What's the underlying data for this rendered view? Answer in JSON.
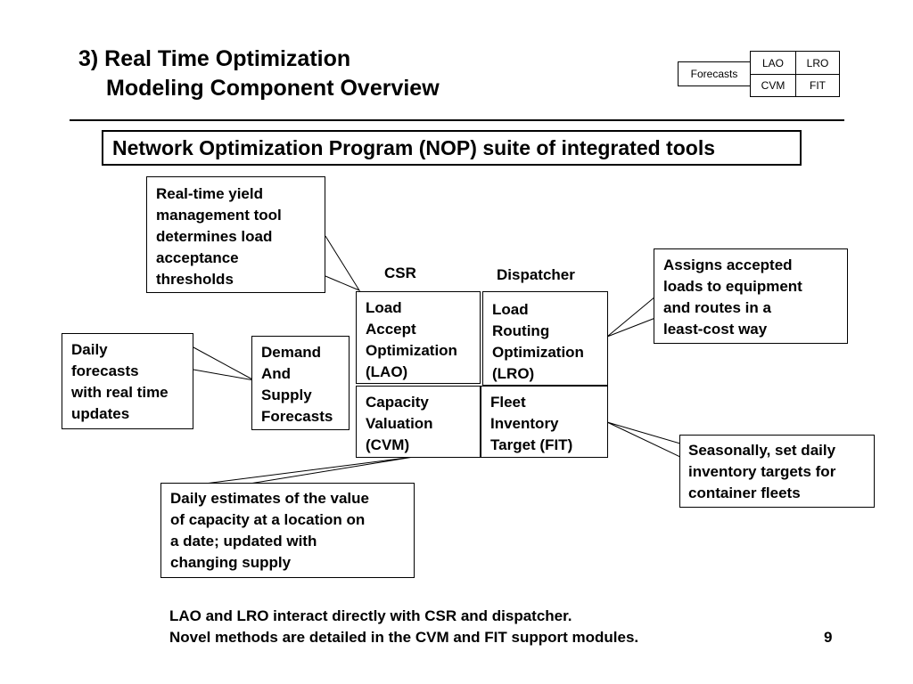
{
  "slide": {
    "title_line1": "3) Real Time Optimization",
    "title_line2": "Modeling Component Overview",
    "banner": "Network Optimization Program (NOP) suite of integrated tools",
    "page_number": "9"
  },
  "nav": {
    "forecasts": "Forecasts",
    "lao": "LAO",
    "lro": "LRO",
    "cvm": "CVM",
    "fit": "FIT"
  },
  "column_labels": {
    "csr": "CSR",
    "dispatcher": "Dispatcher"
  },
  "modules": {
    "lao": [
      "Load",
      "Accept",
      "Optimization",
      "(LAO)"
    ],
    "lro": [
      "Load",
      "Routing",
      "Optimization",
      "(LRO)"
    ],
    "cvm": [
      "Capacity",
      "Valuation",
      "(CVM)"
    ],
    "fit": [
      "Fleet",
      "Inventory",
      "Target  (FIT)"
    ],
    "forecasts": [
      "Demand",
      "And",
      "Supply",
      "Forecasts"
    ]
  },
  "callouts": {
    "yield": [
      "Real-time yield",
      "management tool",
      "determines load",
      "acceptance",
      "thresholds"
    ],
    "daily_forecasts": [
      "Daily",
      "forecasts",
      "with real time",
      "updates"
    ],
    "routes": [
      "Assigns accepted",
      "loads to equipment",
      "and routes in a",
      "least-cost way"
    ],
    "seasonal": [
      "Seasonally, set daily",
      "inventory targets for",
      "container fleets"
    ],
    "capacity": [
      "Daily estimates of the value",
      "of capacity at a location on",
      "a date; updated with",
      "changing supply"
    ]
  },
  "footer": {
    "line1": "LAO and LRO interact directly with CSR and dispatcher.",
    "line2": "Novel methods are detailed in the CVM and FIT support modules."
  }
}
